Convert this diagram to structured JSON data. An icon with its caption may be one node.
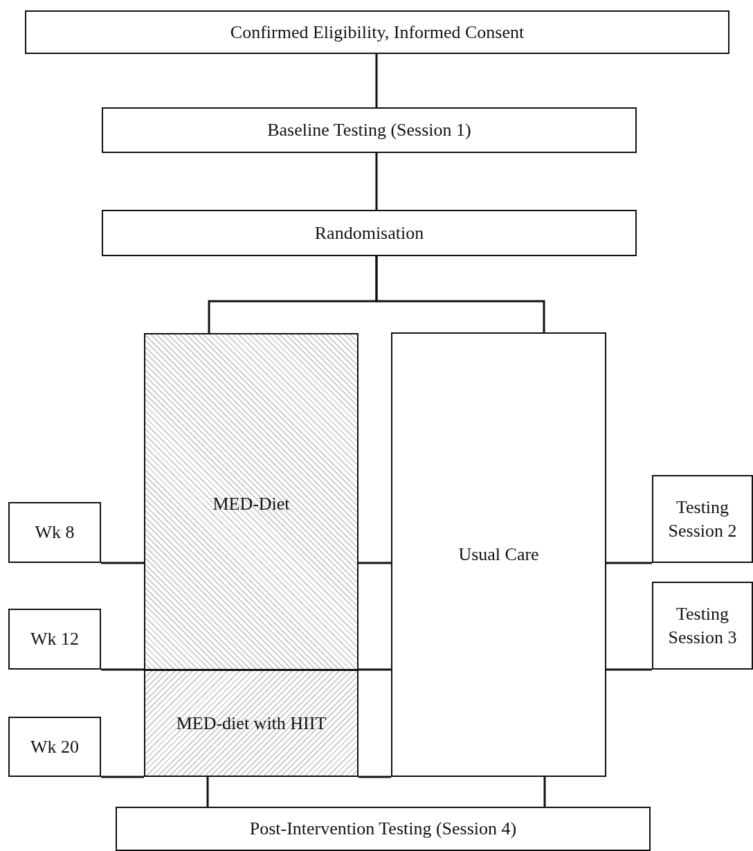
{
  "diagram": {
    "nodes": [
      {
        "text": [
          "Confirmed Eligibility, Informed Consent"
        ]
      },
      {
        "text": [
          "Baseline Testing (Session 1)"
        ]
      },
      {
        "text": [
          "Randomisation"
        ]
      },
      {
        "text": [
          "MED-Diet"
        ]
      },
      {
        "text": [
          "MED-diet with HIIT"
        ]
      },
      {
        "text": [
          "Usual Care"
        ]
      },
      {
        "text": [
          "Wk 8"
        ]
      },
      {
        "text": [
          "Wk 12"
        ]
      },
      {
        "text": [
          "Wk 20"
        ]
      },
      {
        "text": [
          "Testing Session 2"
        ]
      },
      {
        "text": [
          "Testing Session 3"
        ]
      },
      {
        "text": [
          "Post-Intervention Testing (Session 4)"
        ]
      }
    ],
    "edges": [
      {
        "from": 0,
        "to": 1,
        "arrow": "none"
      },
      {
        "from": 1,
        "to": 2,
        "arrow": "none"
      },
      {
        "from": 2,
        "to": 3,
        "arrow": "none"
      },
      {
        "from": 2,
        "to": 5,
        "arrow": "none"
      },
      {
        "from": 6,
        "to": 3,
        "arrow": "none"
      },
      {
        "from": 3,
        "to": 5,
        "arrow": "none"
      },
      {
        "from": 5,
        "to": 9,
        "arrow": "none"
      },
      {
        "from": 7,
        "to": 3,
        "arrow": "none"
      },
      {
        "from": 3,
        "to": 5,
        "arrow": "none"
      },
      {
        "from": 5,
        "to": 10,
        "arrow": "none"
      },
      {
        "from": 8,
        "to": 4,
        "arrow": "none"
      },
      {
        "from": 4,
        "to": 5,
        "arrow": "none"
      },
      {
        "from": 4,
        "to": 11,
        "arrow": "none"
      },
      {
        "from": 5,
        "to": 11,
        "arrow": "none"
      }
    ]
  }
}
